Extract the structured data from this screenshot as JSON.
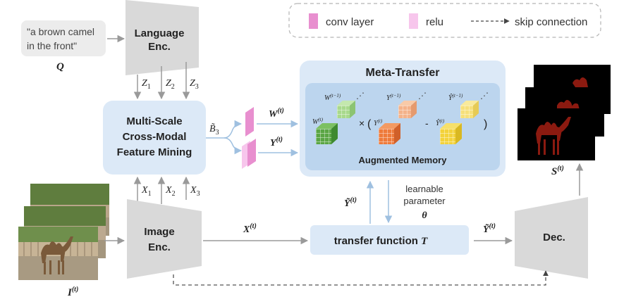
{
  "legend": {
    "conv_label": "conv layer",
    "relu_label": "relu",
    "skip_label": "skip connection",
    "conv_color": "#e88fcf",
    "relu_color": "#f7c6ec"
  },
  "query": {
    "line1": "\"a brown camel",
    "line2": "in the front\"",
    "symbol": "Q"
  },
  "language_encoder": {
    "line1": "Language",
    "line2": "Enc."
  },
  "image_encoder": {
    "line1": "Image",
    "line2": "Enc."
  },
  "decoder": {
    "label": "Dec."
  },
  "mining": {
    "line1": "Multi-Scale",
    "line2": "Cross-Modal",
    "line3": "Feature Mining"
  },
  "meta_transfer": {
    "title": "Meta-Transfer",
    "memory_label": "Augmented Memory",
    "w_prev": "W",
    "w_prev_sup": "(t−1)",
    "w_cur": "W",
    "w_cur_sup": "(t)",
    "y_prev": "Y",
    "y_prev_sup": "(t−1)",
    "y_cur": "Y",
    "y_cur_sup": "(t)",
    "yhat_prev": "Ŷ",
    "yhat_prev_sup": "(t−1)",
    "yhat_cur": "Ŷ",
    "yhat_cur_sup": "(t)",
    "times": "×",
    "open_paren": "(",
    "minus": "-",
    "close_paren": ")",
    "dots": "⋰"
  },
  "transfer_function": {
    "label": "transfer function",
    "symbol": "T"
  },
  "learnable": {
    "line1": "learnable",
    "line2": "parameter",
    "symbol": "θ"
  },
  "labels": {
    "z1": "Z",
    "z1_sub": "1",
    "z2": "Z",
    "z2_sub": "2",
    "z3": "Z",
    "z3_sub": "3",
    "x1": "X",
    "x1_sub": "1",
    "x2": "X",
    "x2_sub": "2",
    "x3": "X",
    "x3_sub": "3",
    "b3": "B̃",
    "b3_sub": "3",
    "w_t": "W",
    "w_t_sup": "(t)",
    "y_t": "Y",
    "y_t_sup": "(t)",
    "x_t": "X",
    "x_t_sup": "(t)",
    "ytilde_t": "Ỹ",
    "ytilde_t_sup": "(t)",
    "ytilde_out": "Ỹ",
    "ytilde_out_sup": "(t)",
    "s_t": "S",
    "s_t_sup": "(t)",
    "i_t": "I",
    "i_t_sup": "(t)"
  },
  "colors": {
    "panel_blue": "#dce9f7",
    "inner_blue": "#bcd5ee",
    "encoder_gray": "#d9d9d9",
    "query_box": "#ececec",
    "cube_green_dark": "#5aa544",
    "cube_green_light": "#a8d98c",
    "cube_orange_dark": "#ee7a3a",
    "cube_orange_light": "#f4b28a",
    "cube_yellow": "#f3d23a",
    "camel_red": "#8b1a10"
  }
}
